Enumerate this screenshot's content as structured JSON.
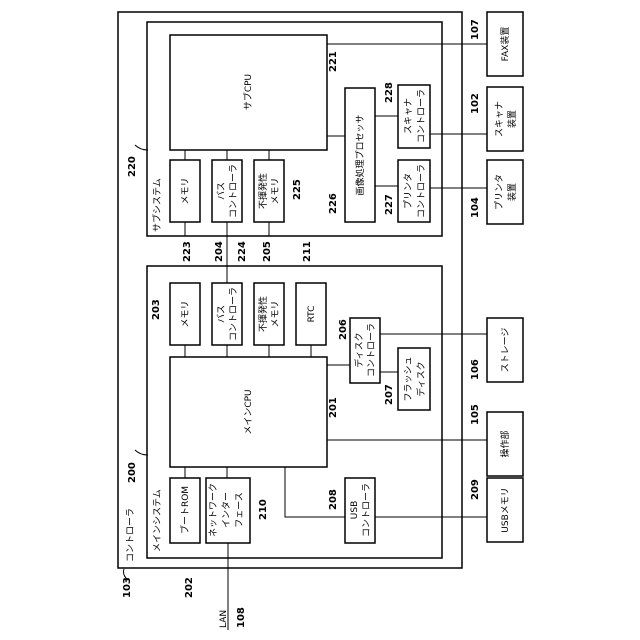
{
  "controller": {
    "label": "コントローラ",
    "ref": "103"
  },
  "main_system": {
    "label": "メインシステム",
    "ref": "200",
    "main_cpu": {
      "label": "メインCPU",
      "ref": "201"
    },
    "memory": {
      "label": "メモリ",
      "ref": "203"
    },
    "bus_controller": {
      "line1": "バス",
      "line2": "コントローラ",
      "ref": "204"
    },
    "nonvolatile_memory": {
      "line1": "不揮発性",
      "line2": "メモリ",
      "ref": "205"
    },
    "rtc": {
      "label": "RTC",
      "ref": "211"
    },
    "disk_controller": {
      "line1": "ディスク",
      "line2": "コントローラ",
      "ref": "206"
    },
    "flash_disk": {
      "line1": "フラッシュ",
      "line2": "ディスク",
      "ref": "207"
    },
    "boot_rom": {
      "label": "ブートROM",
      "ref": "202"
    },
    "network_interface": {
      "line1": "ネットワーク",
      "line2": "インター",
      "line3": "フェース",
      "ref": "210"
    },
    "usb_controller": {
      "line1": "USB",
      "line2": "コントローラ",
      "ref": "208"
    }
  },
  "sub_system": {
    "label": "サブシステム",
    "ref": "220",
    "sub_cpu": {
      "label": "サブCPU",
      "ref": "221"
    },
    "memory": {
      "label": "メモリ",
      "ref": "223"
    },
    "bus_controller": {
      "line1": "バス",
      "line2": "コントローラ",
      "ref": "224"
    },
    "nonvolatile_memory": {
      "line1": "不揮発性",
      "line2": "メモリ",
      "ref": "225"
    },
    "image_processor": {
      "label": "画像処理プロセッサ",
      "ref": "226"
    },
    "scanner_controller": {
      "line1": "スキャナ",
      "line2": "コントローラ",
      "ref": "228"
    },
    "printer_controller": {
      "line1": "プリンタ",
      "line2": "コントローラ",
      "ref": "227"
    }
  },
  "external": {
    "fax": {
      "label": "FAX装置",
      "ref": "107"
    },
    "scanner": {
      "line1": "スキャナ",
      "line2": "装置",
      "ref": "102"
    },
    "printer": {
      "line1": "プリンタ",
      "line2": "装置",
      "ref": "104"
    },
    "storage": {
      "label": "ストレージ",
      "ref": "106"
    },
    "operation": {
      "label": "操作部",
      "ref": "105"
    },
    "usb_memory": {
      "label": "USBメモリ",
      "ref": "209"
    }
  },
  "lan": {
    "label": "LAN",
    "ref": "108"
  }
}
